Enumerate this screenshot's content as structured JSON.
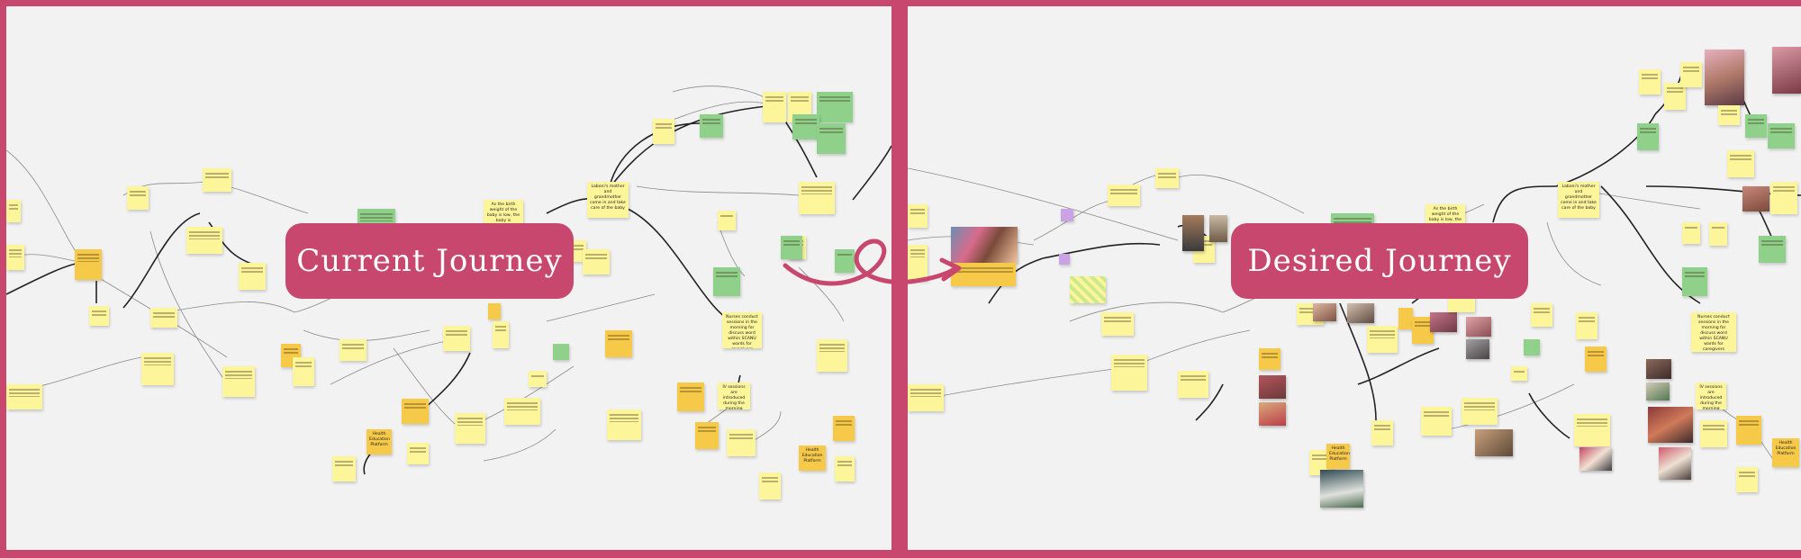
{
  "banners": {
    "current": "Current Journey",
    "desired": "Desired Journey"
  },
  "notes": {
    "laboni_care": "Laboni's mother and grandmother come in and take care of the baby",
    "birth_weight": "As the birth weight of the baby is low, the baby is admitted to SCANU ward",
    "nurse_sessions": "Nurses conduct sessions in the morning for discuss word within SCANU wards for caregivers",
    "iv_sessions": "IV sessions are introduced during the morning rotation",
    "health_platform": "Health Education Platform"
  },
  "colors": {
    "frame": "#c8476f",
    "canvas": "#f2f2f2",
    "note_yellow": "#fdf59a",
    "note_orange": "#f7c948",
    "note_green": "#8fd18a",
    "note_purple": "#c9a3e3"
  },
  "icons": [
    "curved-arrow-icon"
  ]
}
